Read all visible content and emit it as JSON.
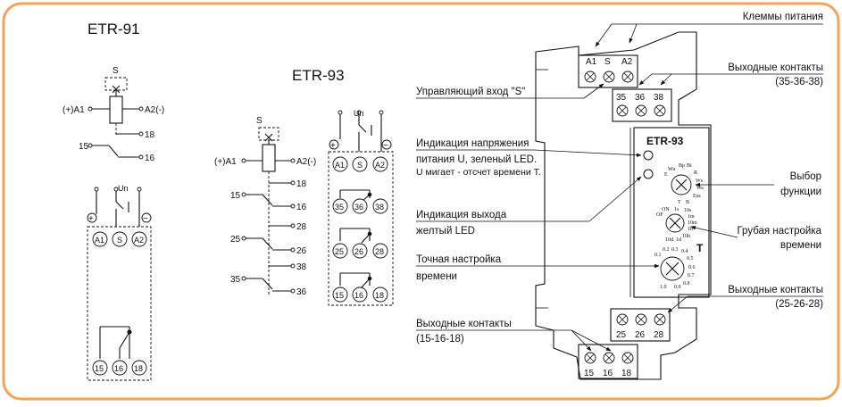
{
  "colors": {
    "frame": "#f5a35a",
    "background": "#ffffff",
    "ink": "#111111",
    "device_fill": "#ffffff"
  },
  "etr91": {
    "title": "ETR-91",
    "schematic": {
      "s": "S",
      "a1": "(+)A1",
      "a2": "A2(-)",
      "c15": "15",
      "c18": "18",
      "c16": "16"
    },
    "wiring": {
      "un": "Un",
      "plus": "+",
      "minus": "−",
      "terminals": [
        "A1",
        "S",
        "A2"
      ],
      "outputs": [
        "15",
        "16",
        "18"
      ]
    }
  },
  "etr93": {
    "title": "ETR-93",
    "schematic": {
      "s": "S",
      "a1": "(+)A1",
      "a2": "A2(-)",
      "c15": "15",
      "c18": "18",
      "c16": "16",
      "c25": "25",
      "c28": "28",
      "c26": "26",
      "c35": "35",
      "c38": "38",
      "c36": "36"
    },
    "wiring": {
      "un": "Un",
      "plus": "+",
      "minus": "−",
      "terminals": [
        "A1",
        "S",
        "A2"
      ],
      "outputs_1": [
        "35",
        "36",
        "38"
      ],
      "outputs_2": [
        "25",
        "26",
        "28"
      ],
      "outputs_3": [
        "15",
        "16",
        "18"
      ]
    }
  },
  "device": {
    "model": "ETR-93",
    "top_terminals": [
      "A1",
      "S",
      "A2"
    ],
    "top_outputs": [
      "35",
      "36",
      "38"
    ],
    "mid_outputs": [
      "25",
      "26",
      "28"
    ],
    "bottom_outputs": [
      "15",
      "16",
      "18"
    ],
    "function_dial": [
      "Wu",
      "Bp",
      "Bi",
      "E",
      "R",
      "Ws",
      "Wa",
      "Esa",
      "T",
      "B"
    ],
    "range_dial": [
      "ON",
      "1s",
      "10s",
      "OF",
      "1m",
      "10m",
      "1h",
      "10d",
      "1d",
      "10h"
    ],
    "fine_dial": [
      "0.2",
      "0.3",
      "0.4",
      "0.1",
      "0.5",
      "0.6",
      "0.7",
      "0.8",
      "1.0",
      "0.9"
    ],
    "t_label": "T"
  },
  "callouts": {
    "power_terminals": "Клеммы питания",
    "out_contacts_top": "Выходные контакты",
    "out_contacts_top_sub": "(35-36-38)",
    "control_input": "Управляющий вход \"S\"",
    "voltage_line1": "Индикация напряжения",
    "voltage_line2": "питания U, зеленый LED.",
    "voltage_line3": "U мигает - отсчет времени T.",
    "function_line1": "Выбор",
    "function_line2": "функции",
    "output_ind_line1": "Индикация выхода",
    "output_ind_line2": "желтый LED",
    "coarse_line1": "Грубая настройка",
    "coarse_line2": "времени",
    "fine_line1": "Точная настройка",
    "fine_line2": "времени",
    "out_contacts_mid": "Выходные контакты",
    "out_contacts_mid_sub": "(25-26-28)",
    "out_contacts_bottom": "Выходные контакты",
    "out_contacts_bottom_sub": "(15-16-18)"
  }
}
